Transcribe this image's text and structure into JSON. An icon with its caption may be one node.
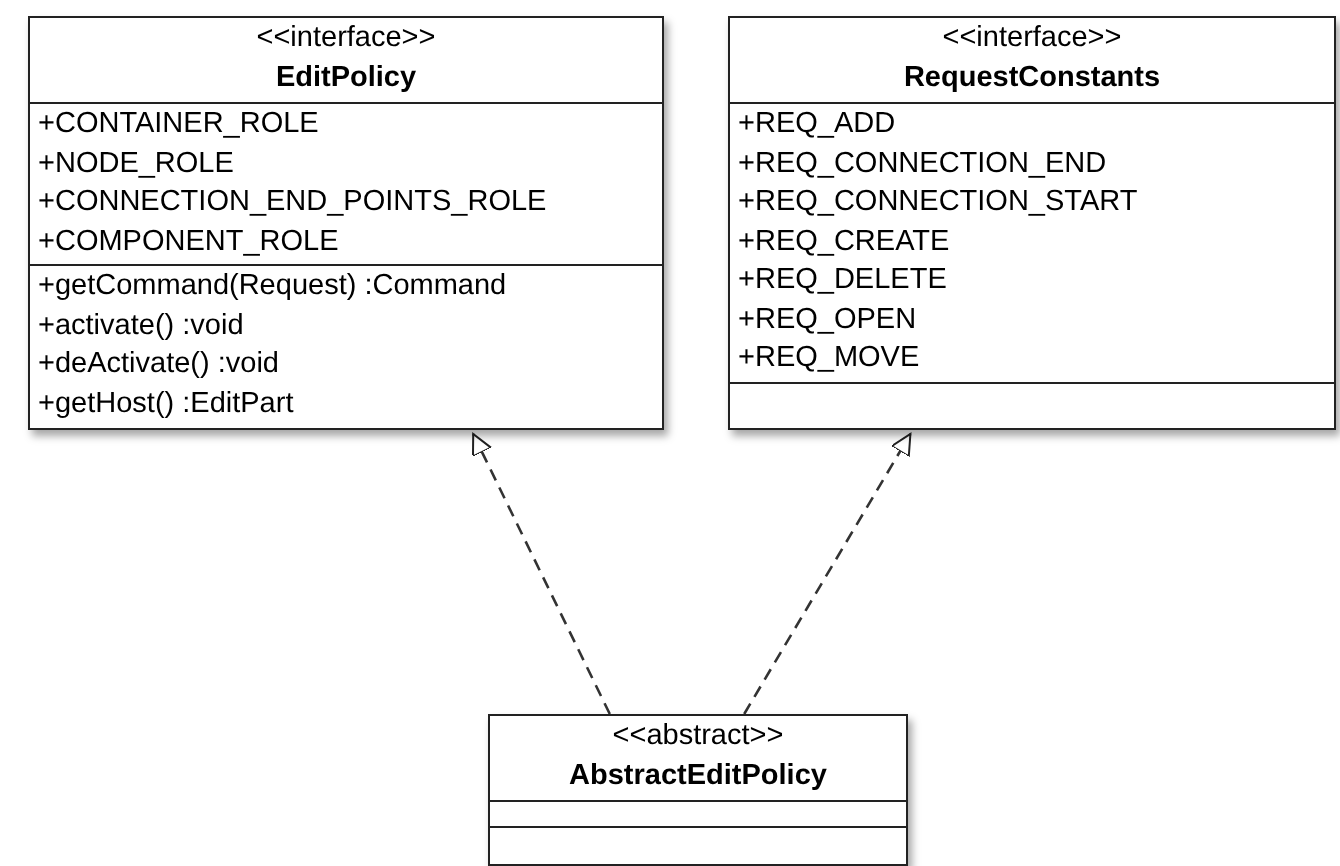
{
  "diagram": {
    "nodes": [
      {
        "text": [
          "<<interface>>",
          "EditPolicy",
          "+CONTAINER_ROLE",
          "+NODE_ROLE",
          "+CONNECTION_END_POINTS_ROLE",
          "+COMPONENT_ROLE",
          "+getCommand(Request) :Command",
          "+activate() :void",
          "+deActivate() :void",
          "+getHost() :EditPart"
        ]
      },
      {
        "text": [
          "<<interface>>",
          "RequestConstants",
          "+REQ_ADD",
          "+REQ_CONNECTION_END",
          "+REQ_CONNECTION_START",
          "+REQ_CREATE",
          "+REQ_DELETE",
          "+REQ_OPEN",
          "+REQ_MOVE"
        ]
      },
      {
        "text": [
          "<<abstract>>",
          "AbstractEditPolicy"
        ]
      }
    ],
    "edges": [
      {
        "from": 2,
        "to": 0,
        "arrow": "to",
        "style": "dashed"
      },
      {
        "from": 2,
        "to": 1,
        "arrow": "to",
        "style": "dashed"
      }
    ]
  }
}
